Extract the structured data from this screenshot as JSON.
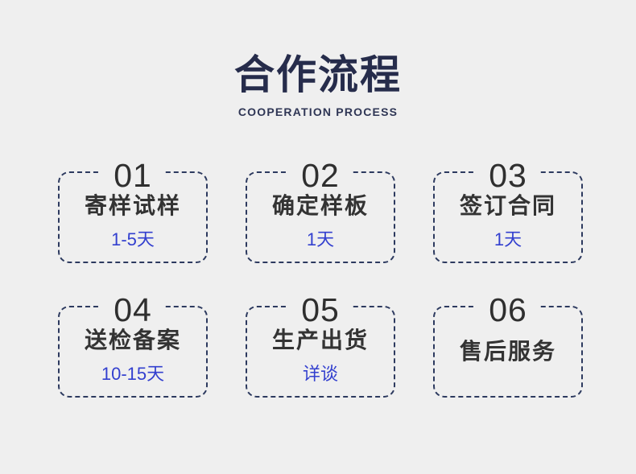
{
  "header": {
    "title": "合作流程",
    "subtitle": "COOPERATION PROCESS"
  },
  "colors": {
    "background": "#efefef",
    "title": "#262c4b",
    "subtitle": "#2f3655",
    "border": "#2d3a5f",
    "number": "#2f2f2f",
    "step_title": "#333333",
    "duration": "#3340cf"
  },
  "steps": [
    {
      "number": "01",
      "title": "寄样试样",
      "duration": "1-5天"
    },
    {
      "number": "02",
      "title": "确定样板",
      "duration": "1天"
    },
    {
      "number": "03",
      "title": "签订合同",
      "duration": "1天"
    },
    {
      "number": "04",
      "title": "送检备案",
      "duration": "10-15天"
    },
    {
      "number": "05",
      "title": "生产出货",
      "duration": "详谈"
    },
    {
      "number": "06",
      "title": "售后服务",
      "duration": ""
    }
  ]
}
